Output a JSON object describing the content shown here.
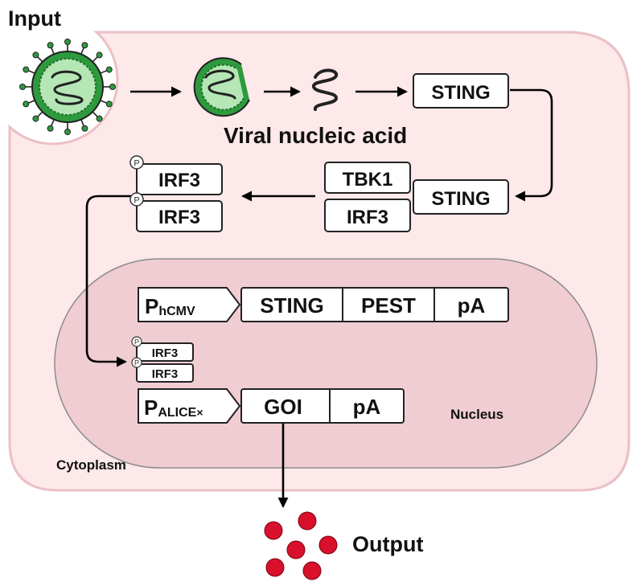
{
  "labels": {
    "input": "Input",
    "output": "Output",
    "viral_nucleic_acid": "Viral nucleic acid",
    "cytoplasm": "Cytoplasm",
    "nucleus": "Nucleus"
  },
  "proteins": {
    "sting": "STING",
    "tbk1": "TBK1",
    "irf3": "IRF3",
    "phospho": "P"
  },
  "constructs": {
    "sensor": {
      "promoter_main": "P",
      "promoter_sub": "hCMV",
      "parts": [
        "STING",
        "PEST",
        "pA"
      ]
    },
    "reporter": {
      "promoter_main": "P",
      "promoter_sub": "ALICE",
      "promoter_suffix": "×",
      "parts": [
        "GOI",
        "pA"
      ]
    }
  },
  "colors": {
    "cell_fill": "#fde8ea",
    "cell_stroke": "#eac0c6",
    "nucleus_fill": "#f0cdd2",
    "nucleus_stroke": "#8c8c8c",
    "virus_green": "#2e9a3e",
    "virus_light": "#b5e6b5",
    "output_red": "#d9102b"
  }
}
